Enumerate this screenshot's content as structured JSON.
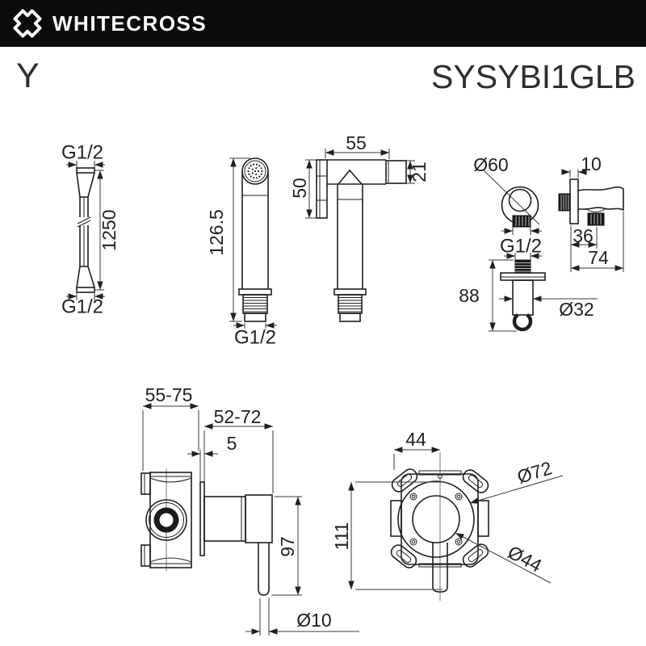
{
  "header": {
    "brand": "WHITECROSS"
  },
  "title": {
    "series": "Y",
    "model": "SYSYBI1GLB"
  },
  "drawings": {
    "hose": {
      "thread_top": "G1/2",
      "length": "1250",
      "thread_bottom": "G1/2"
    },
    "handshower_front": {
      "height": "126.5",
      "thread": "G1/2"
    },
    "handshower_side": {
      "head_length": "55",
      "face_height": "50",
      "nozzle_dia": "21"
    },
    "outlet_front": {
      "escutcheon_dia": "Ø60",
      "thread": "G1/2"
    },
    "outlet_side": {
      "plate_thickness": "10",
      "hook_offset": "36",
      "depth": "74"
    },
    "outlet_holder": {
      "height": "88",
      "body_dia": "Ø32"
    },
    "valve_side": {
      "rough_in_depth": "55-75",
      "trim_depth": "52-72",
      "plate_thickness": "5",
      "handle_length": "97",
      "handle_dia": "Ø10"
    },
    "valve_front": {
      "handle_offset": "44",
      "total_height": "111",
      "trim_dia": "Ø72",
      "base_dia": "Ø44"
    }
  }
}
